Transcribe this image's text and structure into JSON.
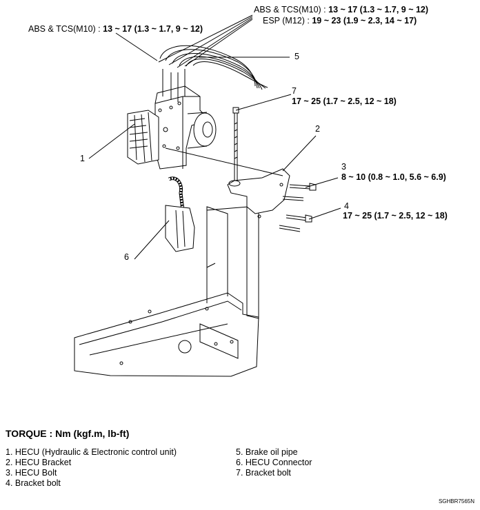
{
  "callouts": {
    "top_left": {
      "text": "ABS & TCS(M10) : ",
      "value": "13 ~ 17 (1.3 ~ 1.7, 9 ~ 12)"
    },
    "top_right_1": {
      "text": "ABS & TCS(M10) : ",
      "value": "13 ~ 17 (1.3 ~ 1.7, 9 ~ 12)"
    },
    "top_right_2": {
      "text": "ESP (M12) : ",
      "value": "19 ~ 23 (1.9 ~ 2.3, 14 ~ 17)"
    },
    "item7": "17 ~ 25 (1.7 ~ 2.5, 12 ~ 18)",
    "item3": "8 ~ 10 (0.8 ~ 1.0, 5.6 ~ 6.9)",
    "item4": "17 ~ 25 (1.7 ~ 2.5, 12 ~ 18)"
  },
  "numbers": {
    "n1": "1",
    "n2": "2",
    "n3": "3",
    "n4": "4",
    "n5": "5",
    "n6": "6",
    "n7": "7"
  },
  "torque_title": "TORQUE : Nm (kgf.m, lb-ft)",
  "legend_left": [
    "1.  HECU (Hydraulic & Electronic control unit)",
    "2.  HECU Bracket",
    "3.  HECU Bolt",
    "4.  Bracket bolt"
  ],
  "legend_right": [
    "5.  Brake oil pipe",
    "6.  HECU Connector",
    "7.  Bracket bolt"
  ],
  "figure_code": "SGHBR7565N"
}
